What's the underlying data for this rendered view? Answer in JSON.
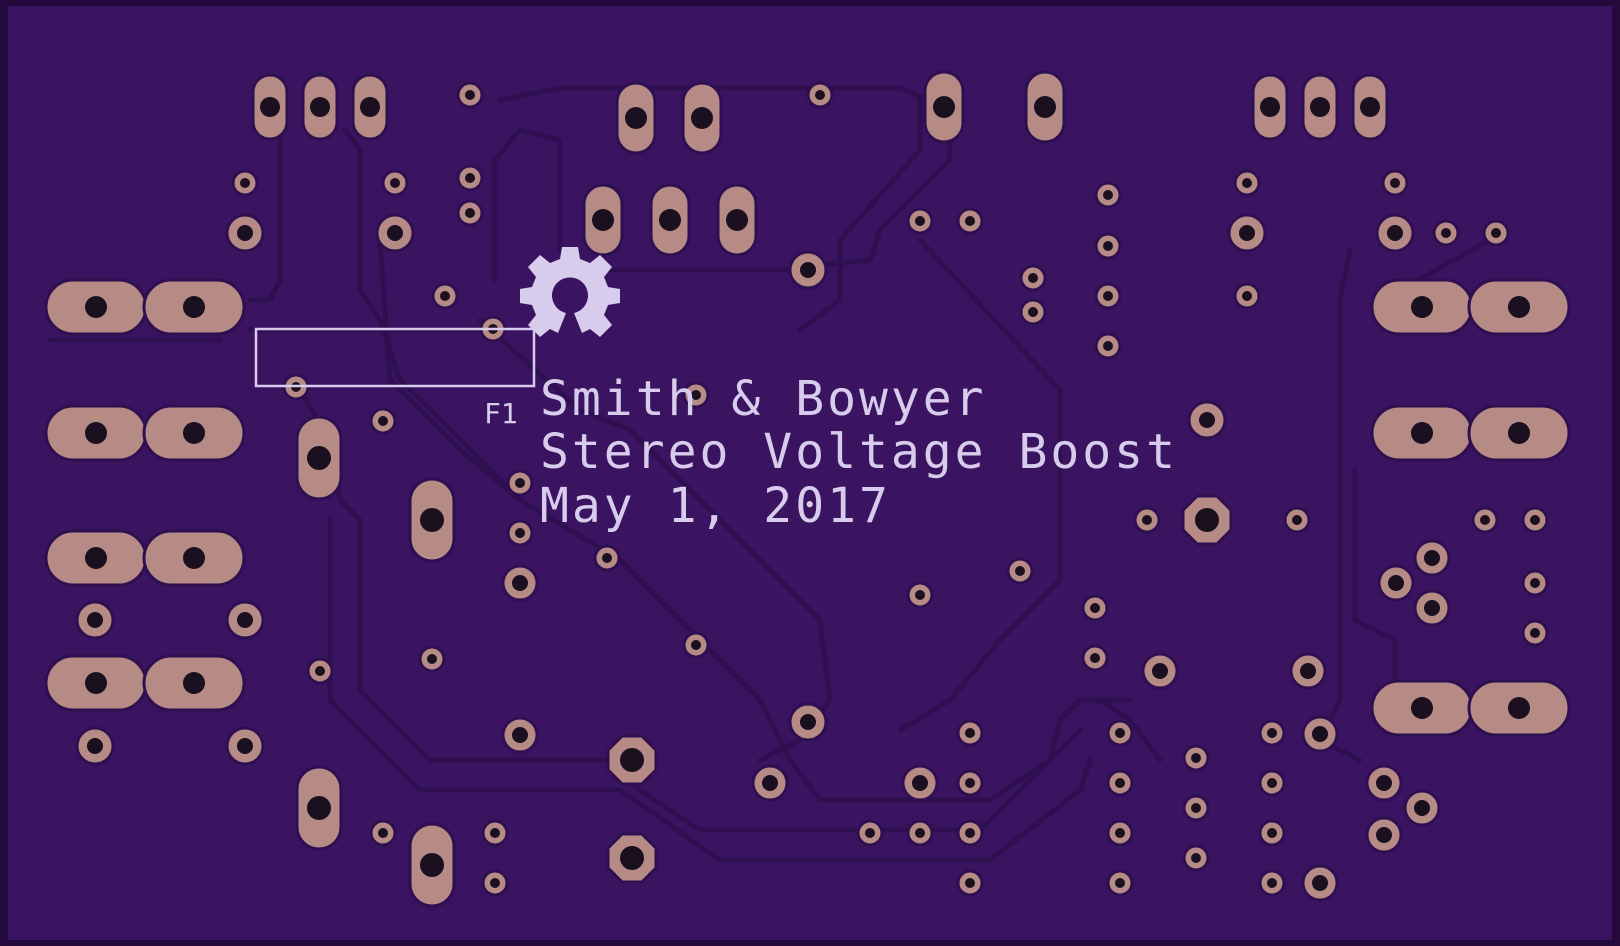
{
  "board": {
    "colors": {
      "substrate": "#3a1461",
      "edge": "#240a3c",
      "trace": "#2e0f50",
      "pad": "#b68b86",
      "drill": "#1a1020",
      "silkscreen": "#d8ccec"
    }
  },
  "silkscreen": {
    "logo_icon": "open-hardware-gear-icon",
    "component_label": "F1",
    "line1": "Smith & Bowyer",
    "line2": "Stereo Voltage Boost",
    "line3": "May 1, 2017"
  }
}
